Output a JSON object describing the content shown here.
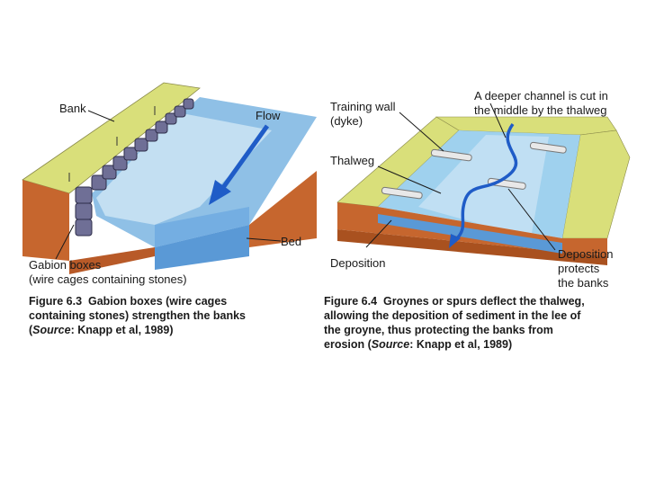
{
  "colors": {
    "grass": "#d9df7a",
    "soil": "#c6662e",
    "soil_dark": "#a9511f",
    "water_top": "#7eb4e0",
    "water_side": "#5a99d6",
    "bed": "#9fd1ee",
    "arrow": "#1f5cc7",
    "gabion": "#5e5e86"
  },
  "figure_left": {
    "labels": {
      "bank": "Bank",
      "flow": "Flow",
      "bed": "Bed",
      "gabion_1": "Gabion boxes",
      "gabion_2": "(wire cages containing stones)"
    },
    "caption": {
      "number": "Figure 6.3",
      "line1": "Gabion boxes (wire cages",
      "line2": "containing stones) strengthen the banks",
      "line3_pre": "(",
      "source": "Source",
      "line3_post": ": Knapp et al, 1989)"
    }
  },
  "figure_right": {
    "labels": {
      "training_1": "Training wall",
      "training_2": "(dyke)",
      "thalweg": "Thalweg",
      "deeper_1": "A deeper channel is cut in",
      "deeper_2": "the middle by the thalweg",
      "deposition": "Deposition",
      "depo_1": "Deposition",
      "depo_2": "protects",
      "depo_3": "the banks"
    },
    "caption": {
      "number": "Figure 6.4",
      "line1": "Groynes or spurs deflect the thalweg,",
      "line2": "allowing the deposition of sediment in the lee of",
      "line3": "the groyne, thus protecting the banks from",
      "line4_pre": "erosion (",
      "source": "Source",
      "line4_post": ": Knapp et al, 1989)"
    }
  }
}
